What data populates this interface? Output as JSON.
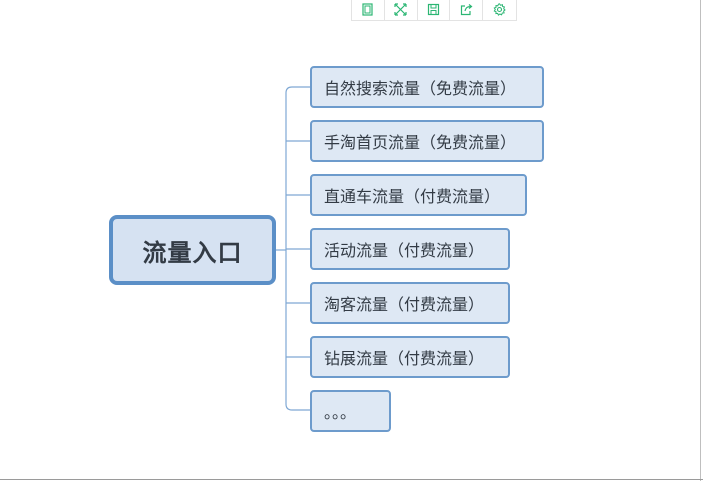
{
  "toolbar": {
    "buttons": [
      {
        "icon": "fit-page-icon"
      },
      {
        "icon": "fullscreen-icon"
      },
      {
        "icon": "save-icon"
      },
      {
        "icon": "share-icon"
      },
      {
        "icon": "settings-icon"
      }
    ],
    "icon_color": "#2bb673"
  },
  "mindmap": {
    "root": "流量入口",
    "children": [
      "自然搜索流量（免费流量）",
      "手淘首页流量（免费流量）",
      "直通车流量（付费流量）",
      "活动流量（付费流量）",
      "淘客流量（付费流量）",
      "钻展流量（付费流量）",
      "。。。"
    ]
  },
  "colors": {
    "root_border": "#5b8fc7",
    "root_fill": "#d6e2f2",
    "child_border": "#6d9bcc",
    "child_fill": "#dee8f4",
    "connector": "#7fa8d4"
  }
}
